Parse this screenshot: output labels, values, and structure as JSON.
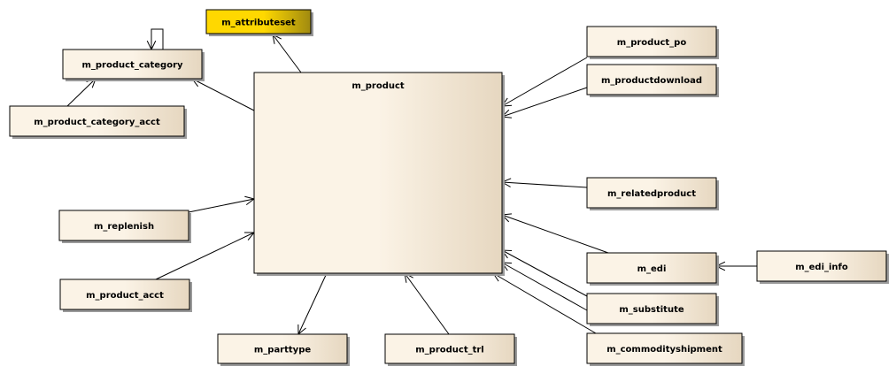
{
  "diagram": {
    "colors": {
      "entity_light": "#fbf3e6",
      "entity_dark": "#e6d7c0",
      "highlight_light": "#ffd800",
      "highlight_dark": "#a08a10",
      "line": "#000000"
    },
    "entities": [
      {
        "id": "m_product",
        "label": "m_product",
        "style": "normal"
      },
      {
        "id": "m_attributeset",
        "label": "m_attributeset",
        "style": "highlight"
      },
      {
        "id": "m_product_category",
        "label": "m_product_category",
        "style": "normal"
      },
      {
        "id": "m_product_category_acct",
        "label": "m_product_category_acct",
        "style": "normal"
      },
      {
        "id": "m_replenish",
        "label": "m_replenish",
        "style": "normal"
      },
      {
        "id": "m_product_acct",
        "label": "m_product_acct",
        "style": "normal"
      },
      {
        "id": "m_parttype",
        "label": "m_parttype",
        "style": "normal"
      },
      {
        "id": "m_product_trl",
        "label": "m_product_trl",
        "style": "normal"
      },
      {
        "id": "m_product_po",
        "label": "m_product_po",
        "style": "normal"
      },
      {
        "id": "m_productdownload",
        "label": "m_productdownload",
        "style": "normal"
      },
      {
        "id": "m_relatedproduct",
        "label": "m_relatedproduct",
        "style": "normal"
      },
      {
        "id": "m_edi",
        "label": "m_edi",
        "style": "normal"
      },
      {
        "id": "m_edi_info",
        "label": "m_edi_info",
        "style": "normal"
      },
      {
        "id": "m_substitute",
        "label": "m_substitute",
        "style": "normal"
      },
      {
        "id": "m_commodityshipment",
        "label": "m_commodityshipment",
        "style": "normal"
      }
    ],
    "relationships": [
      {
        "from": "m_product",
        "to": "m_attributeset"
      },
      {
        "from": "m_product",
        "to": "m_product_category"
      },
      {
        "from": "m_product_category",
        "to": "m_product_category"
      },
      {
        "from": "m_product_category_acct",
        "to": "m_product_category"
      },
      {
        "from": "m_replenish",
        "to": "m_product"
      },
      {
        "from": "m_product_acct",
        "to": "m_product"
      },
      {
        "from": "m_product",
        "to": "m_parttype"
      },
      {
        "from": "m_product_trl",
        "to": "m_product"
      },
      {
        "from": "m_product_po",
        "to": "m_product"
      },
      {
        "from": "m_productdownload",
        "to": "m_product"
      },
      {
        "from": "m_relatedproduct",
        "to": "m_product"
      },
      {
        "from": "m_edi",
        "to": "m_product"
      },
      {
        "from": "m_edi_info",
        "to": "m_edi"
      },
      {
        "from": "m_substitute",
        "to": "m_product"
      },
      {
        "from": "m_substitute",
        "to": "m_product"
      },
      {
        "from": "m_commodityshipment",
        "to": "m_product"
      }
    ]
  }
}
